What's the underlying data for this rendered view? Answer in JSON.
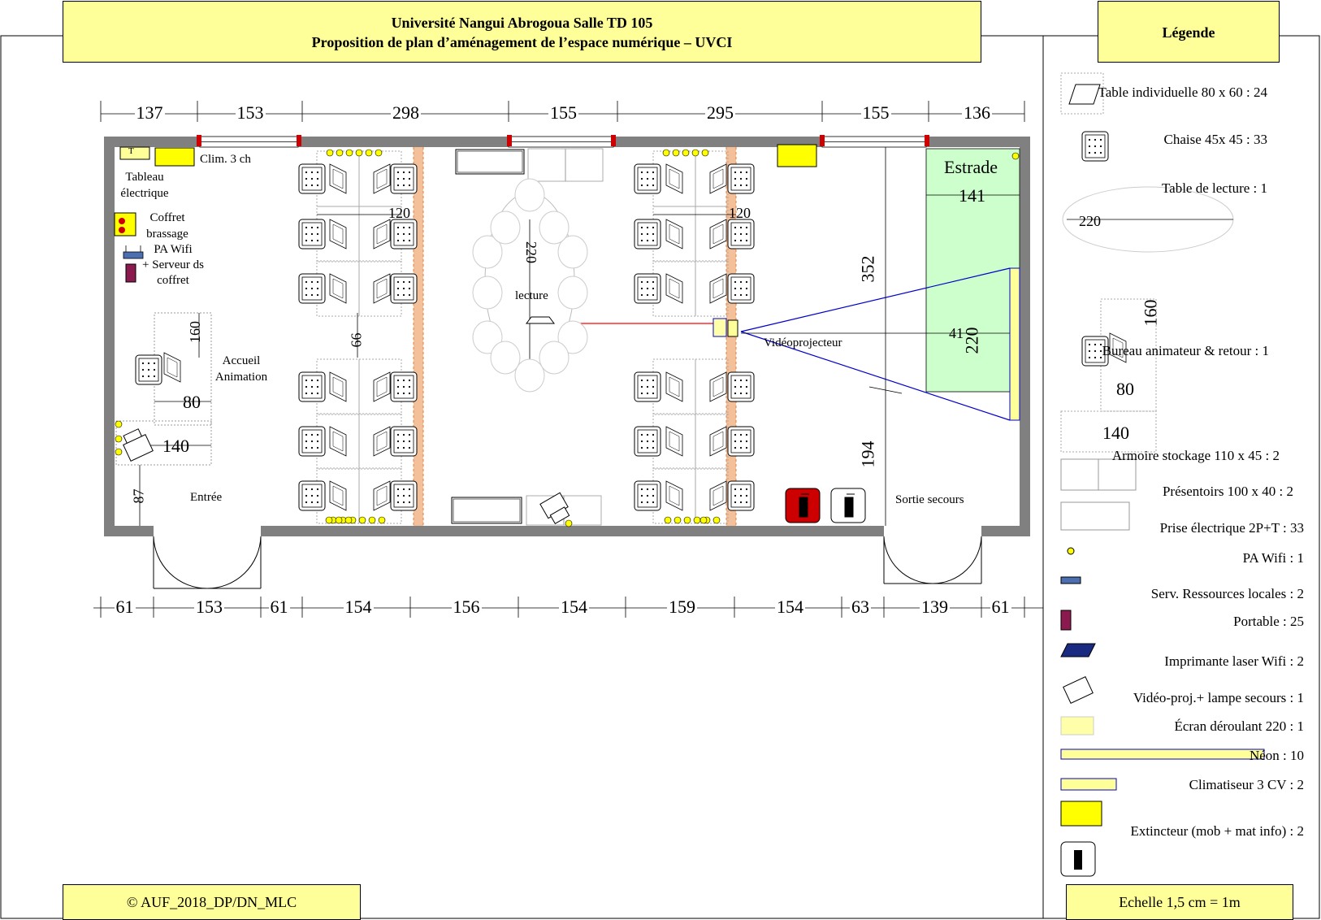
{
  "header": {
    "line1": "Université Nangui Abrogoua Salle TD 105",
    "line2": "Proposition de plan d’aménagement de l’espace numérique – UVCI"
  },
  "legend_title": "Légende",
  "footer": {
    "copyright": "© AUF_2018_DP/DN_MLC",
    "scale": "Echelle 1,5 cm = 1m"
  },
  "legend": [
    {
      "icon": "laptop-table-icon",
      "text": "Table individuelle 80 x 60 : 24"
    },
    {
      "icon": "chair-icon",
      "text": "Chaise 45x 45 : 33"
    },
    {
      "icon": "reading-table-icon",
      "text": "Table de lecture : 1",
      "dim": "220"
    },
    {
      "icon": "animator-desk-icon",
      "text": "Bureau animateur & retour : 1",
      "dims": [
        "160",
        "80",
        "140"
      ]
    },
    {
      "icon": "cabinet-icon",
      "text": "Armoire stockage 110 x 45 : 2"
    },
    {
      "icon": "display-stand-icon",
      "text": "Présentoirs 100 x 40  : 2"
    },
    {
      "icon": "power-outlet-icon",
      "text": "Prise électrique 2P+T : 33"
    },
    {
      "icon": "wifi-ap-icon",
      "text": "PA Wifi : 1"
    },
    {
      "icon": "server-icon",
      "text": "Serv. Ressources locales : 2"
    },
    {
      "icon": "laptop-icon",
      "text": "Portable : 25"
    },
    {
      "icon": "printer-icon",
      "text": "Imprimante laser Wifi : 2"
    },
    {
      "icon": "projector-icon",
      "text": "Vidéo-proj.+ lampe secours : 1"
    },
    {
      "icon": "screen-icon",
      "text": "Écran déroulant 220 : 1"
    },
    {
      "icon": "neon-icon",
      "text": "Néon : 10"
    },
    {
      "icon": "air-conditioner-icon",
      "text": "Climatiseur 3 CV : 2"
    },
    {
      "icon": "extinguisher-icon",
      "text": "Extincteur (mob + mat info) : 2"
    }
  ],
  "dimensions": {
    "top": [
      "137",
      "153",
      "298",
      "155",
      "295",
      "155",
      "136"
    ],
    "bottom": [
      "61",
      "153",
      "61",
      "154",
      "156",
      "154",
      "159",
      "154",
      "63",
      "139",
      "61"
    ],
    "desk_gap_left": "120",
    "desk_gap_right": "120",
    "aisle": "66",
    "reading_table": "220",
    "desk_height": "160",
    "desk_width": "80",
    "desk_return": "140",
    "entrance_offset": "87",
    "stage_width": "141",
    "screen_width": "220",
    "projection_distance": "41",
    "room_part_a": "352",
    "room_part_b": "194"
  },
  "labels": {
    "ac": "Clim. 3 ch",
    "panel_letter": "T",
    "panel": [
      "Tableau",
      "électrique"
    ],
    "patch": [
      "Coffret",
      "brassage"
    ],
    "wifi_label": [
      "PA Wifi",
      "+ Serveur ds",
      "coffret"
    ],
    "reception": [
      "Accueil",
      "Animation"
    ],
    "entrance": "Entrée",
    "reading": "lecture",
    "projector": "Vidéoprojecteur",
    "stage": "Estrade",
    "emergency_exit": "Sortie secours"
  },
  "colors": {
    "title_box": "#ffff99",
    "stage": "#ccffcc",
    "divider": "#f4c09a",
    "wall": "#808080",
    "projection_line": "#0000cc",
    "network_cable": "#ff0000",
    "extinguisher_red": "#cc0000"
  }
}
